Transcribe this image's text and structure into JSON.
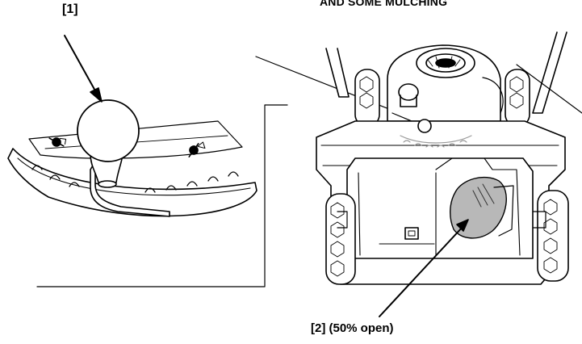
{
  "labels": {
    "callout_1": "[1]",
    "heading_fragment": "AND SOME MULCHING",
    "callout_2": "[2] (50% open)"
  },
  "colors": {
    "line": "#000000",
    "flap_fill": "#b8b8b8",
    "lever_ghost": "#9a9a9a",
    "background": "#ffffff"
  }
}
